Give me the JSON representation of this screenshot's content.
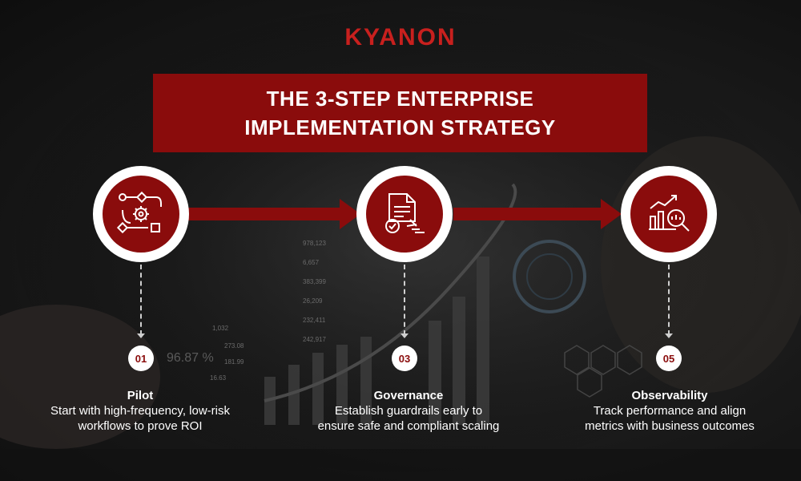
{
  "brand": {
    "logo": "KYANON",
    "accent": "#c8201e",
    "box_color": "#8a0c0c"
  },
  "title": {
    "line1": "THE 3-STEP ENTERPRISE",
    "line2": "IMPLEMENTATION STRATEGY"
  },
  "steps": [
    {
      "number": "01",
      "title": "Pilot",
      "desc1": "Start with high-frequency, low-risk",
      "desc2": "workflows to prove ROI",
      "icon": "workflow-gear-icon"
    },
    {
      "number": "03",
      "title": "Governance",
      "desc1": "Establish guardrails early to",
      "desc2": "ensure safe and compliant scaling",
      "icon": "document-stamp-icon"
    },
    {
      "number": "05",
      "title": "Observability",
      "desc1": "Track performance and align",
      "desc2": "metrics with business outcomes",
      "icon": "chart-magnifier-icon"
    }
  ],
  "background_text": {
    "percent": "96.87 %",
    "values": [
      "978,123",
      "6,657",
      "383,399",
      "26,209",
      "232,411",
      "242,917",
      "1,032",
      "273.08",
      "181.99",
      "16.63"
    ]
  }
}
